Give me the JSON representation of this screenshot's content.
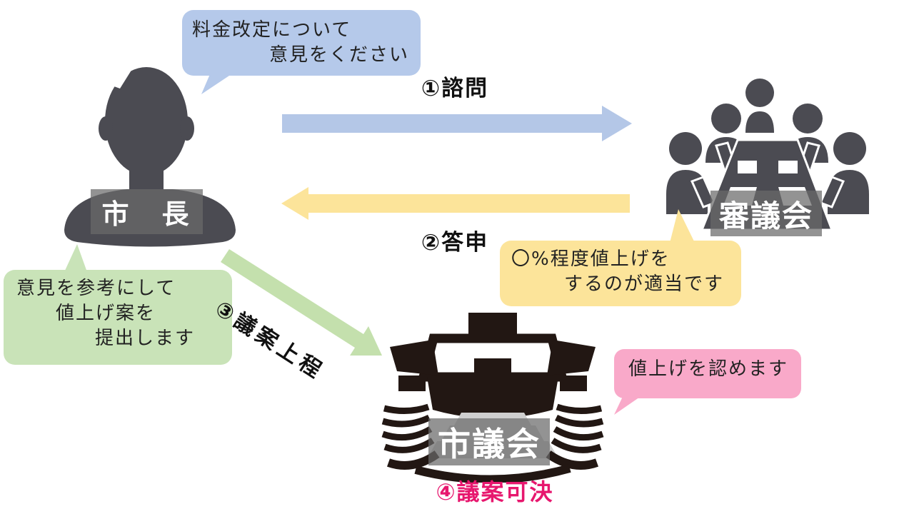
{
  "palette": {
    "blue": "#b4c7e7",
    "yellow": "#fce49a",
    "green": "#c4e0ad",
    "pink": "#f9a9c9",
    "magenta": "#e7176e",
    "figure_gray": "#4b4b52",
    "assembly_black": "#221713"
  },
  "actors": {
    "mayor": {
      "label": "市　長",
      "icon": "person-silhouette-icon"
    },
    "shingikai": {
      "label": "審議会",
      "icon": "committee-meeting-icon"
    },
    "shigikai": {
      "label": "市議会",
      "icon": "assembly-hall-icon"
    }
  },
  "steps": {
    "step1": "①諮問",
    "step2": "②答申",
    "step3": "③議案上程",
    "step4": "④議案可決"
  },
  "bubbles": {
    "consult": {
      "lines": [
        "料金改定について",
        "意見をください"
      ],
      "color": "#b5c9ea"
    },
    "report": {
      "lines": [
        "〇%程度値上げを",
        "するのが適当です"
      ],
      "color": "#fce49a"
    },
    "propose": {
      "lines": [
        "意見を参考にして",
        "値上げ案を",
        "提出します"
      ],
      "color": "#c9e3b8"
    },
    "approve": {
      "lines": [
        "値上げを認めます"
      ],
      "color": "#f9a9c9"
    }
  }
}
